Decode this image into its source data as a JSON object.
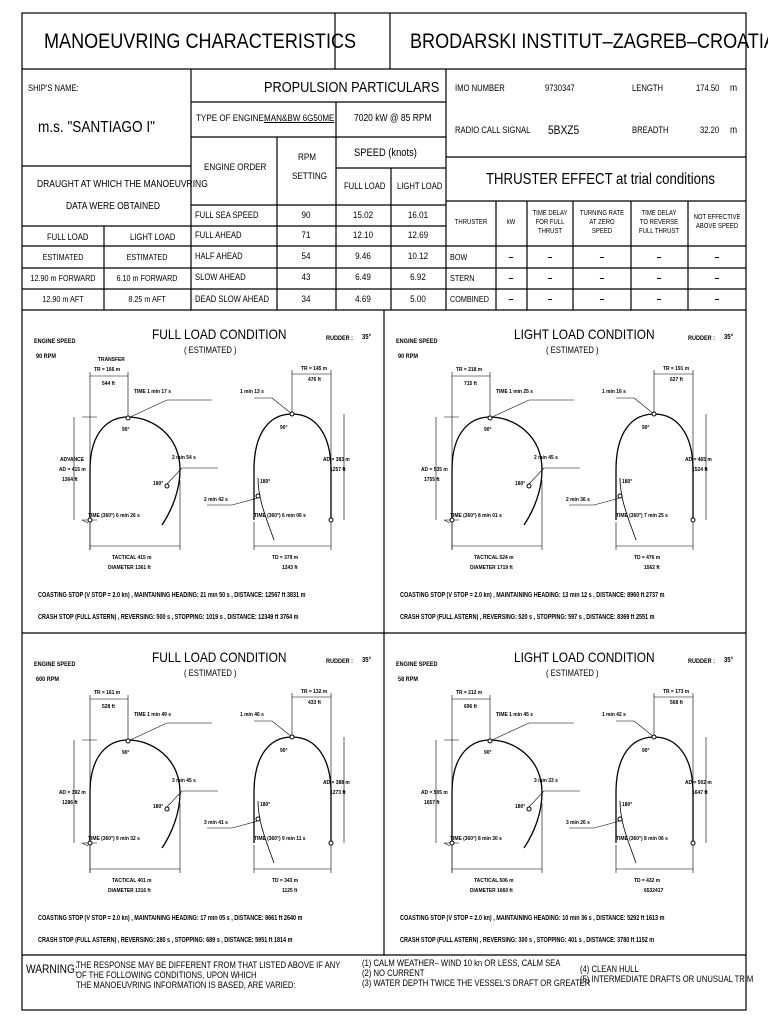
{
  "header": {
    "title": "MANOEUVRING CHARACTERISTICS",
    "institute": "BRODARSKI INSTITUT–ZAGREB–CROATIA"
  },
  "ship": {
    "label": "SHIP'S NAME:",
    "name": "m.s. \"SANTIAGO I\"",
    "draught_title_1": "DRAUGHT AT WHICH THE MANOEUVRING",
    "draught_title_2": "DATA WERE OBTAINED",
    "col_full": "FULL LOAD",
    "col_light": "LIGHT LOAD",
    "rows": [
      [
        "ESTIMATED",
        "ESTIMATED"
      ],
      [
        "12.90 m FORWARD",
        "6.10 m FORWARD"
      ],
      [
        "12.90 m AFT",
        "8.25 m AFT"
      ]
    ]
  },
  "propulsion": {
    "title": "PROPULSION PARTICULARS",
    "engine_type_label": "TYPE OF ENGINE:",
    "engine_type": "MAN&BW 6G50ME",
    "power": "7020 kW @ 85 RPM",
    "engine_order": "ENGINE ORDER",
    "rpm_1": "RPM",
    "rpm_2": "SETTING",
    "speed_label": "SPEED (knots)",
    "full_load": "FULL LOAD",
    "light_load": "LIGHT LOAD",
    "orders": [
      [
        "FULL SEA SPEED",
        "90",
        "15.02",
        "16.01"
      ],
      [
        "FULL AHEAD",
        "71",
        "12.10",
        "12.69"
      ],
      [
        "HALF AHEAD",
        "54",
        "9.46",
        "10.12"
      ],
      [
        "SLOW AHEAD",
        "43",
        "6.49",
        "6.92"
      ],
      [
        "DEAD SLOW AHEAD",
        "34",
        "4.69",
        "5.00"
      ]
    ]
  },
  "particulars": {
    "imo_label": "IMO NUMBER",
    "imo": "9730347",
    "length_label": "LENGTH",
    "length": "174.50",
    "length_unit": "m",
    "call_label": "RADIO CALL SIGNAL",
    "call": "5BXZ5",
    "breadth_label": "BREADTH",
    "breadth": "32.20",
    "breadth_unit": "m"
  },
  "thruster": {
    "title": "THRUSTER EFFECT at trial conditions",
    "headers": [
      "THRUSTER",
      "kW",
      "TIME DELAY FOR FULL THRUST",
      "TURNING RATE AT ZERO SPEED",
      "TIME DELAY TO REVERSE FULL THRUST",
      "NOT EFFECTIVE ABOVE SPEED"
    ],
    "rows": [
      [
        "BOW",
        "–",
        "–",
        "–",
        "–",
        "–"
      ],
      [
        "STERN",
        "–",
        "–",
        "–",
        "–",
        "–"
      ],
      [
        "COMBINED",
        "–",
        "–",
        "–",
        "–",
        "–"
      ]
    ]
  },
  "panels": [
    {
      "title": "FULL LOAD CONDITION",
      "est": "( ESTIMATED )",
      "speed_label": "ENGINE SPEED",
      "speed": "90 RPM",
      "rudder_label": "RUDDER :",
      "rudder": "35°",
      "left": {
        "tr": "TR = 166 m",
        "tr_ft": "544 ft",
        "transfer": "TRANSFER",
        "time90": "TIME 1 min 17 s",
        "deg90": "90°",
        "time180": "2 min 54 s",
        "deg180": "180°",
        "ad_head": "ADVANCE",
        "ad": "AD = 415 m",
        "ad_ft": "1364 ft",
        "time360": "TIME (360°) 6 min 26 s",
        "td": "TACTICAL  415 m",
        "td_ft": "DIAMETER  1361 ft"
      },
      "right": {
        "tr": "TR = 145 m",
        "tr_ft": "476 ft",
        "time90": "1 min 13 s",
        "deg90": "90°",
        "time180": "2 min 42 s",
        "deg180": "180°",
        "ad": "AD = 383 m",
        "ad_ft": "1257 ft",
        "time360": "TIME (360°) 6 min 06 s",
        "td": "TD = 379 m",
        "td_ft": "1243 ft"
      },
      "coast": "COASTING STOP (V STOP = 2.0 kn) , MAINTAINING HEADING: 21 min 50 s , DISTANCE: 12567 ft 3831 m",
      "crash": "CRASH STOP   (FULL ASTERN) , REVERSING: 500 s , STOPPING: 1019 s , DISTANCE: 12349 ft 3764 m"
    },
    {
      "title": "LIGHT LOAD CONDITION",
      "est": "( ESTIMATED )",
      "speed_label": "ENGINE SPEED",
      "speed": "90 RPM",
      "rudder_label": "RUDDER :",
      "rudder": "35°",
      "left": {
        "tr": "TR = 218 m",
        "tr_ft": "715 ft",
        "transfer": "",
        "time90": "TIME 1 min 25 s",
        "deg90": "90°",
        "time180": "2 min 45 s",
        "deg180": "180°",
        "ad_head": "",
        "ad": "AD = 535 m",
        "ad_ft": "1755 ft",
        "time360": "TIME (360°) 8 min 01 s",
        "td": "TACTICAL  524 m",
        "td_ft": "DIAMETER  1719 ft"
      },
      "right": {
        "tr": "TR = 191 m",
        "tr_ft": "627 ft",
        "time90": "1 min 16 s",
        "deg90": "90°",
        "time180": "2 min 36 s",
        "deg180": "180°",
        "ad": "AD = 465 m",
        "ad_ft": "1524 ft",
        "time360": "TIME (360°) 7 min 25 s",
        "td": "TD = 476 m",
        "td_ft": "1562 ft"
      },
      "coast": "COASTING STOP (V STOP = 2.0 kn) , MAINTAINING HEADING: 13 min 12 s , DISTANCE: 8960 ft 2737 m",
      "crash": "CRASH STOP   (FULL ASTERN) , REVERSING: 520 s , STOPPING: 597 s , DISTANCE: 8369 ft 2551 m"
    },
    {
      "title": "FULL LOAD CONDITION",
      "est": "( ESTIMATED )",
      "speed_label": "ENGINE SPEED",
      "speed": "600 RPM",
      "rudder_label": "RUDDER :",
      "rudder": "35°",
      "left": {
        "tr": "TR = 161 m",
        "tr_ft": "528 ft",
        "transfer": "",
        "time90": "TIME 1 min 49 s",
        "deg90": "90°",
        "time180": "3 min 45 s",
        "deg180": "180°",
        "ad_head": "",
        "ad": "AD = 392 m",
        "ad_ft": "1286 ft",
        "time360": "TIME (360°) 9 min 32 s",
        "td": "TACTICAL  401 m",
        "td_ft": "DIAMETER  1316 ft"
      },
      "right": {
        "tr": "TR = 132 m",
        "tr_ft": "433 ft",
        "time90": "1 min 46 s",
        "deg90": "90°",
        "time180": "3 min 41 s",
        "deg180": "180°",
        "ad": "AD = 388 m",
        "ad_ft": "1273 ft",
        "time360": "TIME (360°) 9 min 11 s",
        "td": "TD = 343 m",
        "td_ft": "1125 ft"
      },
      "coast": "COASTING STOP (V STOP = 2.0 kn) , MAINTAINING HEADING: 17 min 05 s , DISTANCE: 8661 ft 2640 m",
      "crash": "CRASH STOP   (FULL ASTERN) , REVERSING: 280 s , STOPPING: 689 s , DISTANCE: 5951 ft 1814 m"
    },
    {
      "title": "LIGHT LOAD CONDITION",
      "est": "( ESTIMATED )",
      "speed_label": "ENGINE SPEED",
      "speed": "58 RPM",
      "rudder_label": "RUDDER :",
      "rudder": "35°",
      "left": {
        "tr": "TR = 212 m",
        "tr_ft": "696 ft",
        "transfer": "",
        "time90": "TIME 1 min 45 s",
        "deg90": "90°",
        "time180": "3 min 33 s",
        "deg180": "180°",
        "ad_head": "",
        "ad": "AD = 505 m",
        "ad_ft": "1657 ft",
        "time360": "TIME (360°) 8 min 30 s",
        "td": "TACTICAL  506 m",
        "td_ft": "DIAMETER  1660 ft"
      },
      "right": {
        "tr": "TR = 173 m",
        "tr_ft": "568 ft",
        "time90": "1 min 42 s",
        "deg90": "90°",
        "time180": "3 min 26 s",
        "deg180": "180°",
        "ad": "AD = 502 m",
        "ad_ft": "1647 ft",
        "time360": "TIME (360°) 8 min 06 s",
        "td": "TD = 432 m",
        "td_ft": "6532417"
      },
      "coast": "COASTING STOP (V STOP = 2.0 kn) , MAINTAINING HEADING: 10 min 36 s , DISTANCE: 5292 ft 1613 m",
      "crash": "CRASH STOP   (FULL ASTERN) , REVERSING: 300 s ,    STOPPING: 401 s , DISTANCE: 3780 ft 1152 m"
    }
  ],
  "warning": {
    "label": "WARNING:",
    "lines": [
      "THE RESPONSE MAY BE DIFFERENT FROM THAT LISTED ABOVE IF ANY",
      "OF THE FOLLOWING CONDITIONS, UPON WHICH",
      "THE MANOEUVRING INFORMATION IS BASED, ARE VARIED:"
    ],
    "conds": [
      "(1) CALM WEATHER– WIND 10 kn OR LESS, CALM SEA",
      "(2) NO CURRENT",
      "(3) WATER DEPTH TWICE THE VESSEL'S DRAFT OR GREATER"
    ],
    "conds2": [
      "(4) CLEAN HULL",
      "(5) INTERMEDIATE DRAFTS OR UNUSUAL TRIM"
    ]
  }
}
